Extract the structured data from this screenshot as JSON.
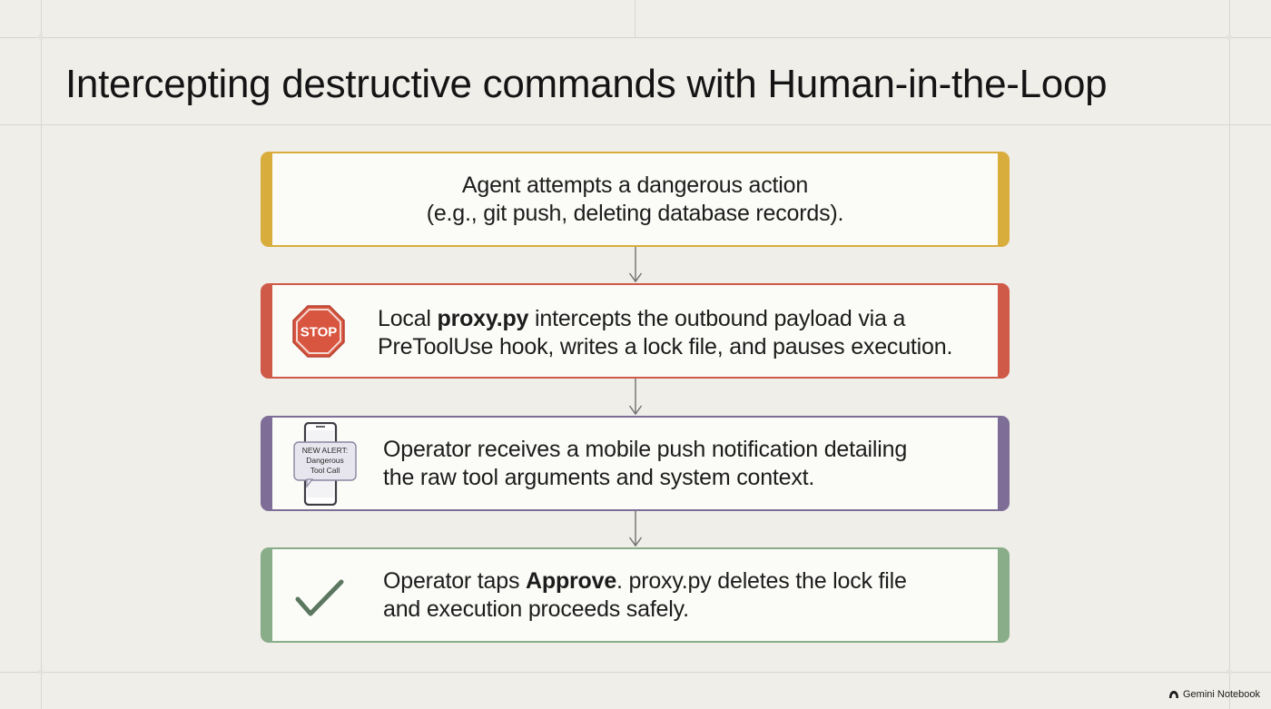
{
  "slide": {
    "title": "Intercepting destructive commands with Human-in-the-Loop"
  },
  "steps": [
    {
      "id": "attempt",
      "lines": [
        "Agent attempts a dangerous action",
        "(e.g., git push, deleting database records)."
      ],
      "accent_color": "#d9ad3c"
    },
    {
      "id": "intercept",
      "icon": "stop-sign-icon",
      "icon_label": "STOP",
      "line1_pre": "Local ",
      "line1_bold": "proxy.py",
      "line1_post": " intercepts the outbound payload via a",
      "line2": "PreToolUse hook, writes a lock file, and pauses execution.",
      "accent_color": "#cf5a48"
    },
    {
      "id": "notify",
      "icon": "mobile-phone-alert-icon",
      "phone_alert": [
        "NEW ALERT:",
        "Dangerous",
        "Tool Call"
      ],
      "lines": [
        "Operator receives a mobile push notification detailing",
        "the raw tool arguments and system context."
      ],
      "accent_color": "#7e6e97"
    },
    {
      "id": "approve",
      "icon": "checkmark-icon",
      "line1_pre": "Operator taps ",
      "line1_bold": "Approve",
      "line1_post": ". proxy.py deletes the lock file",
      "line2": "and execution proceeds safely.",
      "accent_color": "#89ad89"
    }
  ],
  "footer": {
    "brand": "Gemini Notebook",
    "icon": "notebook-logo-icon"
  }
}
